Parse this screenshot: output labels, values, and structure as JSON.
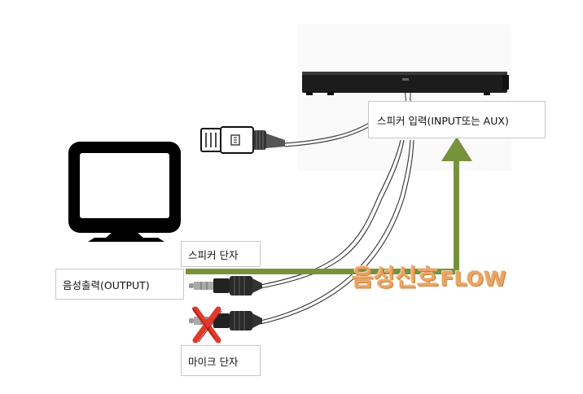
{
  "labels": {
    "speaker_input": "스피커 입력(INPUT또는 AUX)",
    "speaker_terminal": "스피커 단자",
    "audio_output": "음성출력(OUTPUT)",
    "mic_terminal": "마이크 단자"
  },
  "flow": {
    "korean": "음성신호",
    "english": "FLOW",
    "arrow_color": "#76923c",
    "text_color": "#e8a468"
  },
  "icons": {
    "monitor": "monitor-icon",
    "soundbar": "soundbar-speaker",
    "usb_plug": "usb-plug-icon",
    "audio_jack": "audio-jack-icon",
    "reject_mark": "red-x-icon"
  }
}
